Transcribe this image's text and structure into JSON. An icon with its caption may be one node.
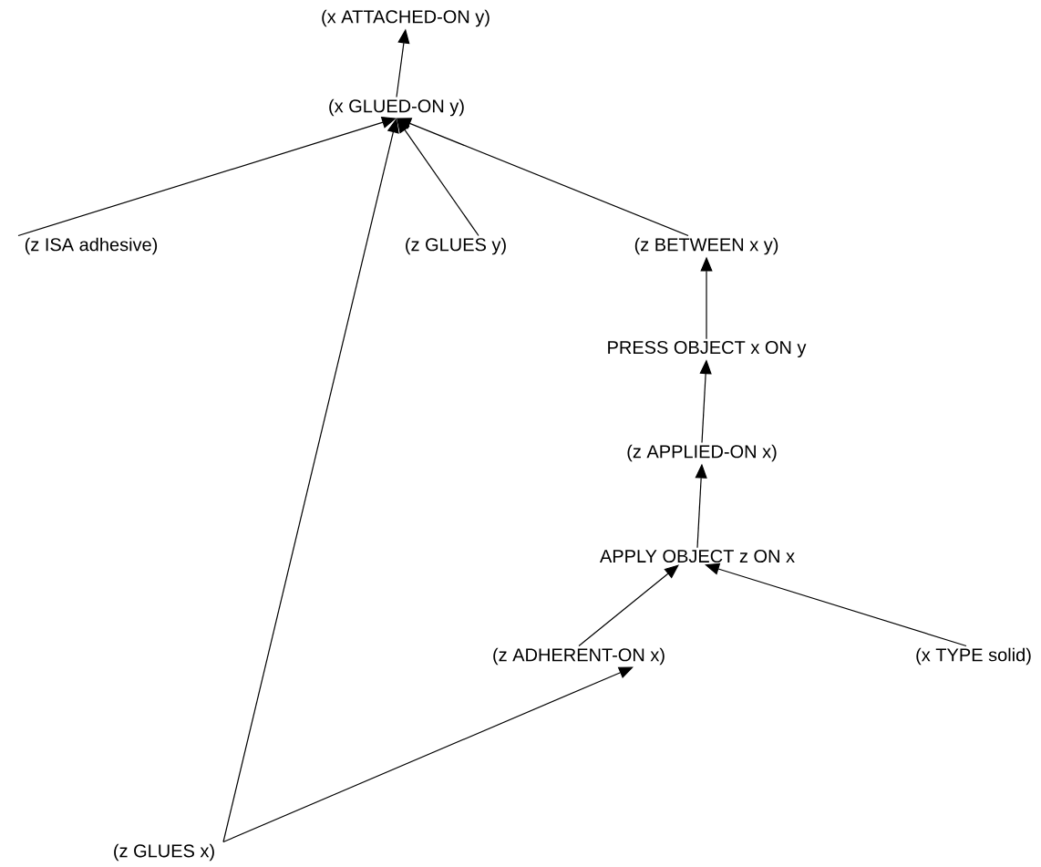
{
  "diagram": {
    "nodes": [
      {
        "text": [
          "(x ATTACHED-ON y)"
        ]
      },
      {
        "text": [
          "(x GLUED-ON y)"
        ]
      },
      {
        "text": [
          "(z ISA adhesive)"
        ]
      },
      {
        "text": [
          "(z GLUES y)"
        ]
      },
      {
        "text": [
          "(z BETWEEN x y)"
        ]
      },
      {
        "text": [
          "PRESS OBJECT x ON y"
        ]
      },
      {
        "text": [
          "(z APPLIED-ON x)"
        ]
      },
      {
        "text": [
          "APPLY OBJECT z ON x"
        ]
      },
      {
        "text": [
          "(z ADHERENT-ON x)"
        ]
      },
      {
        "text": [
          "(x TYPE solid)"
        ]
      },
      {
        "text": [
          "(z GLUES x)"
        ]
      }
    ],
    "edges": [
      {
        "from": 1,
        "to": 0,
        "arrow": "to"
      },
      {
        "from": 2,
        "to": 1,
        "arrow": "to"
      },
      {
        "from": 10,
        "to": 1,
        "arrow": "to"
      },
      {
        "from": 3,
        "to": 1,
        "arrow": "to"
      },
      {
        "from": 4,
        "to": 1,
        "arrow": "to"
      },
      {
        "from": 5,
        "to": 4,
        "arrow": "to"
      },
      {
        "from": 6,
        "to": 5,
        "arrow": "to"
      },
      {
        "from": 7,
        "to": 6,
        "arrow": "to"
      },
      {
        "from": 8,
        "to": 7,
        "arrow": "to"
      },
      {
        "from": 9,
        "to": 7,
        "arrow": "to"
      },
      {
        "from": 10,
        "to": 8,
        "arrow": "to"
      }
    ]
  }
}
